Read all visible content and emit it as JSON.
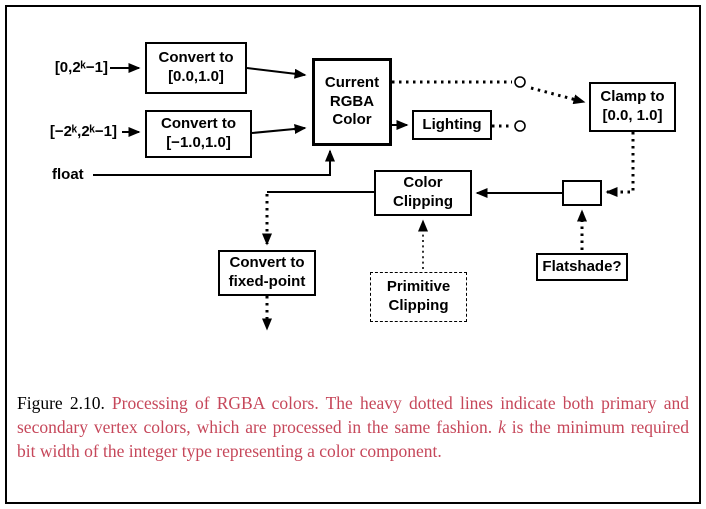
{
  "colors": {
    "caption_red": "#c6475a",
    "ink": "#000000",
    "background": "#ffffff"
  },
  "diagram": {
    "labels": {
      "unsigned_range": "[0,2ᵏ−1]",
      "signed_range": "[−2ᵏ,2ᵏ−1]",
      "float": "float"
    },
    "boxes": {
      "convert_unsigned": {
        "line1": "Convert to",
        "line2": "[0.0,1.0]"
      },
      "convert_signed": {
        "line1": "Convert to",
        "line2": "[−1.0,1.0]"
      },
      "current_rgba": {
        "line1": "Current",
        "line2": "RGBA",
        "line3": "Color"
      },
      "lighting": {
        "label": "Lighting"
      },
      "clamp": {
        "line1": "Clamp to",
        "line2": "[0.0, 1.0]"
      },
      "color_clipping": {
        "line1": "Color",
        "line2": "Clipping"
      },
      "flatshade": {
        "label": "Flatshade?"
      },
      "convert_fixed": {
        "line1": "Convert to",
        "line2": "fixed-point"
      },
      "primitive_clipping": {
        "line1": "Primitive",
        "line2": "Clipping"
      }
    }
  },
  "caption": {
    "figure_label": "Figure 2.10.",
    "text_before_k": "Processing of RGBA colors. The heavy dotted lines indicate both primary and secondary vertex colors, which are processed in the same fashion. ",
    "k_variable": "k",
    "text_after_k": " is the minimum required bit width of the integer type representing a color component."
  }
}
